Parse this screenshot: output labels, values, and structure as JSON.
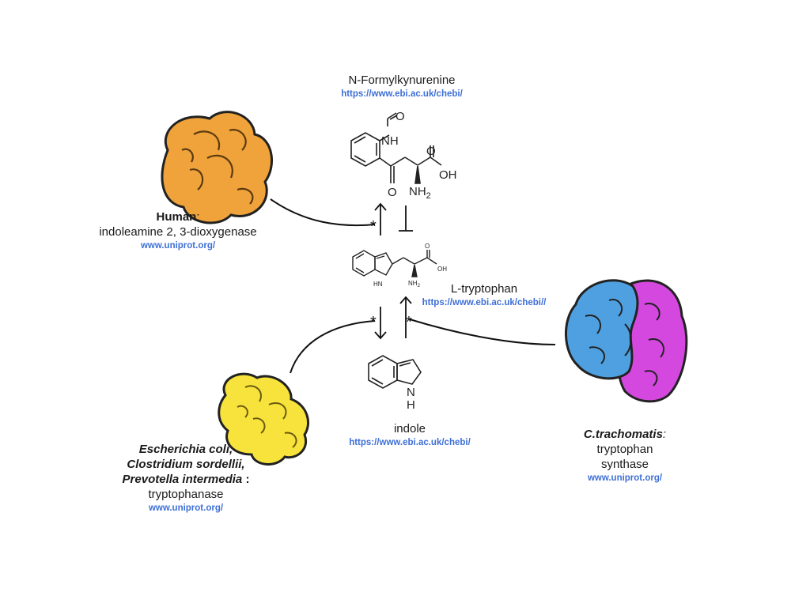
{
  "compounds": {
    "nfk": {
      "name": "N-Formylkynurenine",
      "link": "https://www.ebi.ac.uk/chebi/"
    },
    "trp": {
      "name": "L-tryptophan",
      "link": "https://www.ebi.ac.uk/chebi//"
    },
    "indole": {
      "name": "indole",
      "link": "https://www.ebi.ac.uk/chebi/"
    }
  },
  "enzymes": {
    "human": {
      "organism": "Human",
      "sep": ":",
      "enzyme": "indoleamine 2, 3-dioxygenase",
      "link": "www.uniprot.org/",
      "color": "#f0a33a"
    },
    "bacteria": {
      "organism_line1": "Escherichia coli,",
      "organism_line2": "Clostridium sordellii,",
      "organism_line3": "Prevotella intermedia",
      "sep": " :",
      "enzyme": "tryptophanase",
      "link": "www.uniprot.org/",
      "color": "#f7e33c"
    },
    "chlamydia": {
      "organism": "C.trachomatis",
      "sep": ":",
      "enzyme_line1": "tryptophan",
      "enzyme_line2": "synthase",
      "link": "www.uniprot.org/",
      "color_a": "#4fa0e0",
      "color_b": "#d548e0"
    }
  },
  "structure_labels": {
    "nh": "NH",
    "o": "O",
    "oh": "OH",
    "nh2": "NH",
    "nh2_sub": "2",
    "trp_oh": "OH",
    "trp_o": "O",
    "trp_nh2": "NH",
    "trp_nh2_sub": "2",
    "trp_hn": "HN",
    "ind_n": "N",
    "ind_h": "H"
  },
  "markers": {
    "star": "*"
  },
  "colors": {
    "link": "#3d6fd6",
    "line": "#111111"
  }
}
